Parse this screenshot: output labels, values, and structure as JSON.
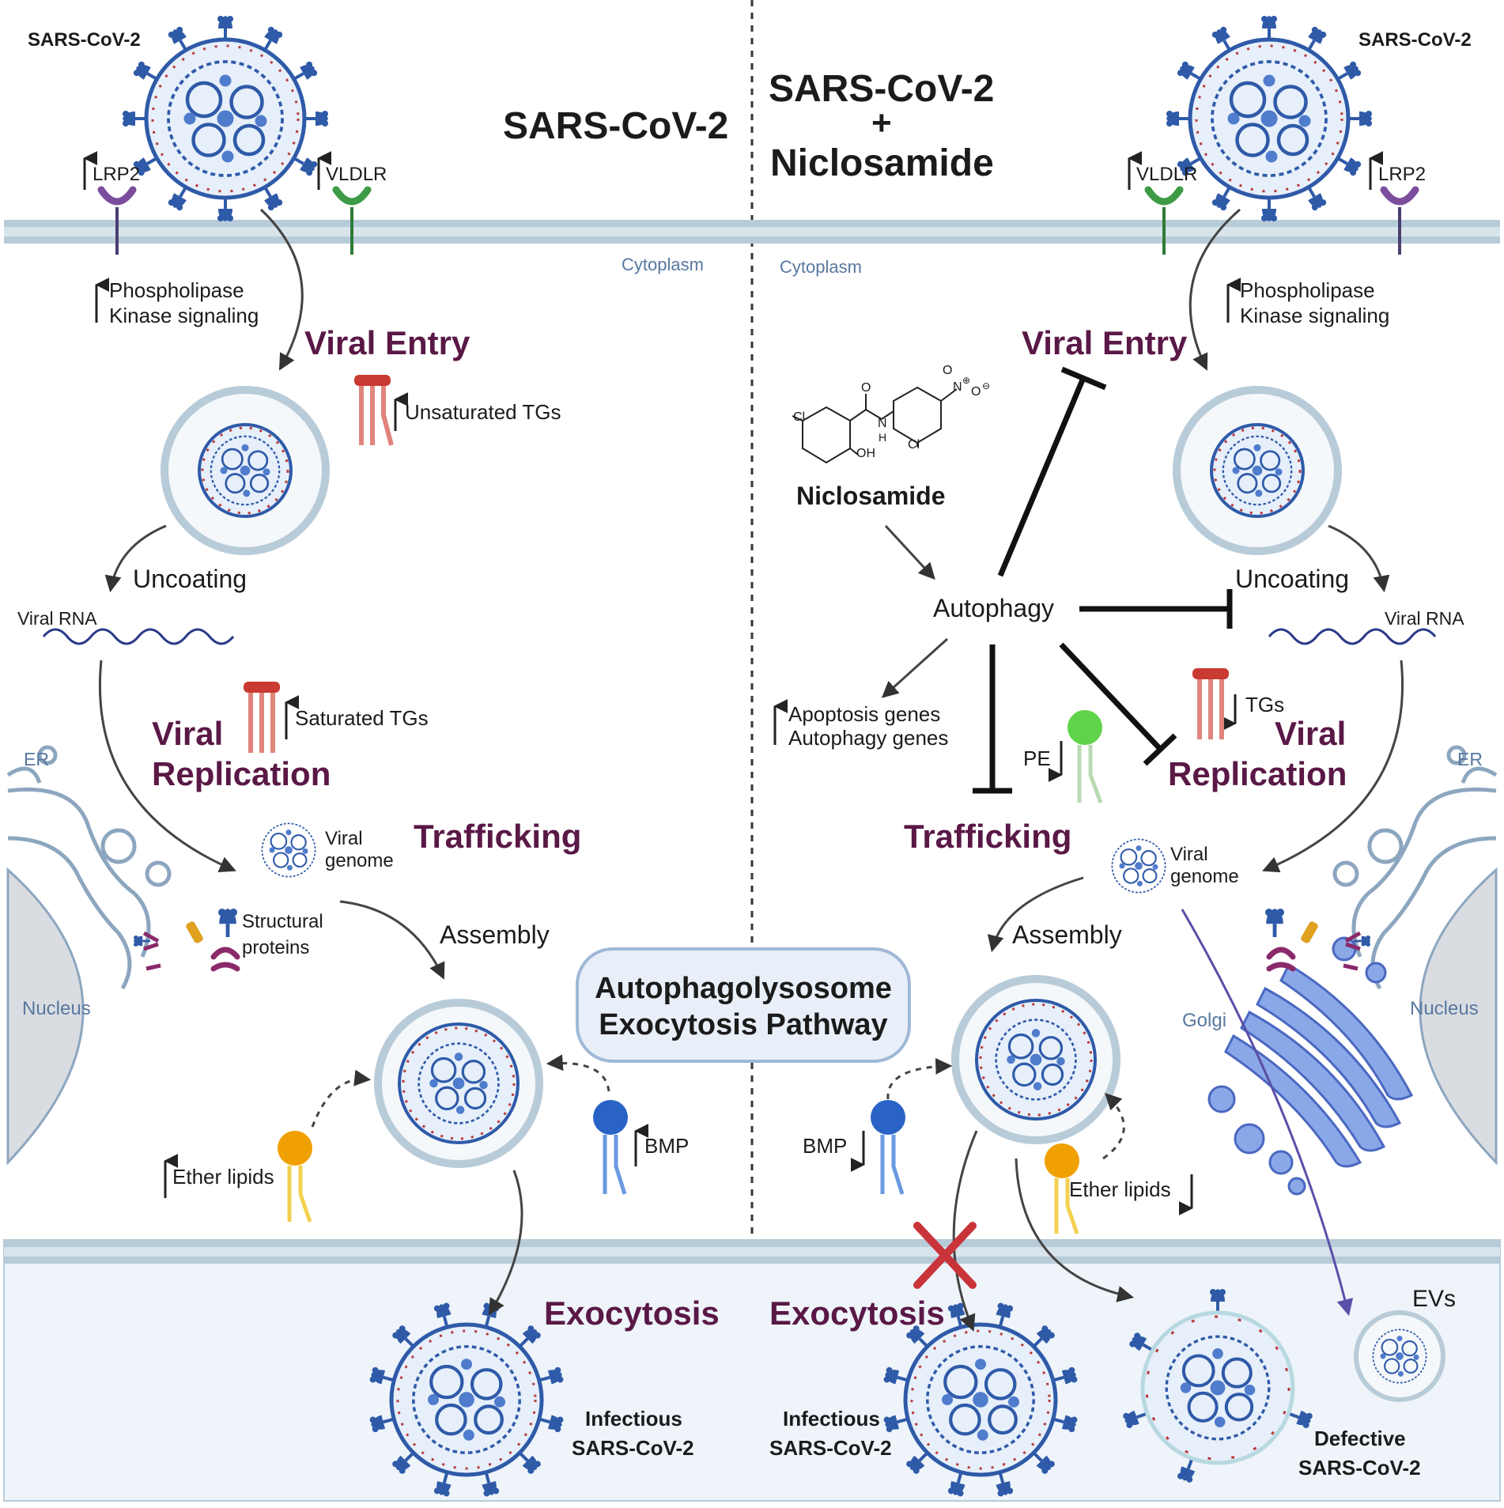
{
  "left": {
    "heading": "SARS-CoV-2",
    "virus_label": "SARS-CoV-2",
    "receptor_lrp2": "LRP2",
    "receptor_vldlr": "VLDLR",
    "cytoplasm": "Cytoplasm",
    "phospholipase": "Phospholipase",
    "kinase": "Kinase signaling",
    "viral_entry": "Viral Entry",
    "unsat_tgs": "Unsaturated TGs",
    "uncoating": "Uncoating",
    "viral_rna": "Viral RNA",
    "viral_replication_1": "Viral",
    "viral_replication_2": "Replication",
    "sat_tgs": "Saturated TGs",
    "er": "ER",
    "viral_genome_1": "Viral",
    "viral_genome_2": "genome",
    "trafficking": "Trafficking",
    "structural_1": "Structural",
    "structural_2": "proteins",
    "assembly": "Assembly",
    "nucleus": "Nucleus",
    "ether_lipids": "Ether lipids",
    "bmp": "BMP",
    "exocytosis": "Exocytosis",
    "infectious_1": "Infectious",
    "infectious_2": "SARS-CoV-2"
  },
  "right": {
    "heading_1": "SARS-CoV-2",
    "heading_2": "+",
    "heading_3": "Niclosamide",
    "virus_label": "SARS-CoV-2",
    "receptor_vldlr": "VLDLR",
    "receptor_lrp2": "LRP2",
    "cytoplasm": "Cytoplasm",
    "phospholipase": "Phospholipase",
    "kinase": "Kinase signaling",
    "viral_entry": "Viral Entry",
    "niclosamide": "Niclosamide",
    "chem_cl1": "Cl",
    "chem_cl2": "Cl",
    "chem_o": "O",
    "chem_oh": "OH",
    "chem_h": "H",
    "chem_n_amide": "N",
    "chem_n_nitro": "N",
    "chem_o_top": "O",
    "chem_o_minus": "O",
    "chem_plus": "⊕",
    "chem_minus": "⊖",
    "autophagy": "Autophagy",
    "uncoating": "Uncoating",
    "viral_rna": "Viral RNA",
    "apoptosis_genes": "Apoptosis genes",
    "autophagy_genes": "Autophagy genes",
    "pe": "PE",
    "tgs": "TGs",
    "viral_replication_1": "Viral",
    "viral_replication_2": "Replication",
    "er": "ER",
    "trafficking": "Trafficking",
    "viral_genome_1": "Viral",
    "viral_genome_2": "genome",
    "assembly": "Assembly",
    "golgi": "Golgi",
    "nucleus": "Nucleus",
    "bmp": "BMP",
    "ether_lipids": "Ether lipids",
    "exocytosis": "Exocytosis",
    "evs": "EVs",
    "infectious_1": "Infectious",
    "infectious_2": "SARS-CoV-2",
    "defective_1": "Defective",
    "defective_2": "SARS-CoV-2"
  },
  "center": {
    "pathway_1": "Autophagolysosome",
    "pathway_2": "Exocytosis Pathway"
  },
  "colors": {
    "title_purple": "#5a1846",
    "virus_blue": "#2f5aa8",
    "membrane": "#b8cbd8",
    "extracellular": "#eef4fa",
    "lrp2_purple": "#7a4e9c",
    "vldlr_green": "#3e9a46",
    "tg_red": "#c93a32",
    "ether_orange": "#f0a000",
    "bmp_blue": "#2a63c6",
    "pe_green": "#5fd34a",
    "x_red": "#c9343a"
  },
  "icons": [
    "virus-icon",
    "receptor-icon",
    "lipid-icon",
    "triglyceride-icon",
    "er-icon",
    "nucleus-icon",
    "golgi-icon",
    "inhibition-icon",
    "cross-icon"
  ]
}
